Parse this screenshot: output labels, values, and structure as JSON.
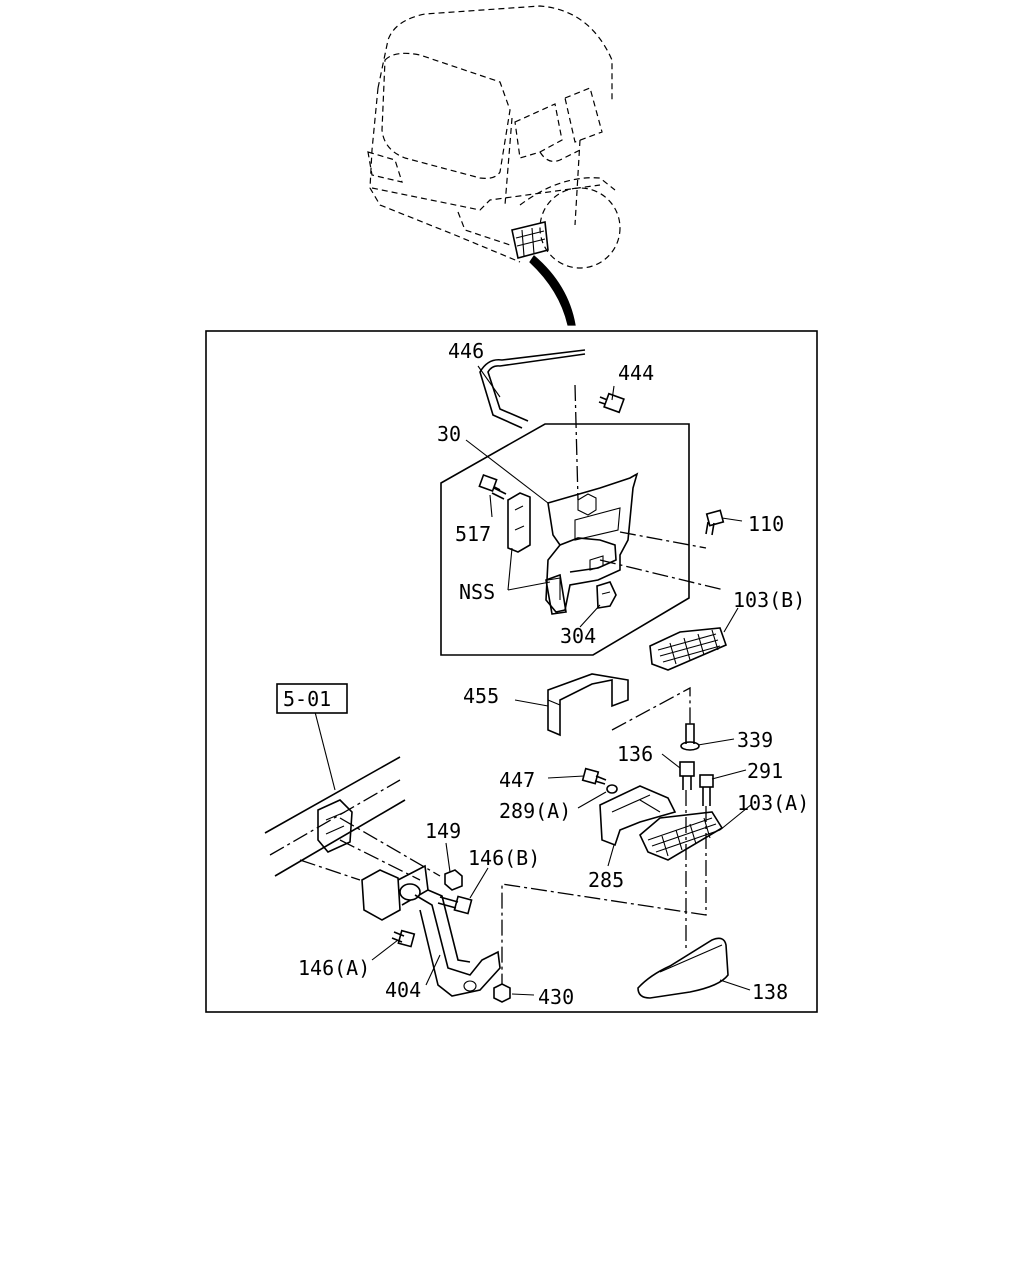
{
  "frame_ref": "5-01",
  "callouts": [
    {
      "id": "c446",
      "label": "446"
    },
    {
      "id": "c444",
      "label": "444"
    },
    {
      "id": "c30",
      "label": "30"
    },
    {
      "id": "c517",
      "label": "517"
    },
    {
      "id": "c110",
      "label": "110"
    },
    {
      "id": "cNSS",
      "label": "NSS"
    },
    {
      "id": "c103B",
      "label": "103(B)"
    },
    {
      "id": "c304",
      "label": "304"
    },
    {
      "id": "c455",
      "label": "455"
    },
    {
      "id": "c339",
      "label": "339"
    },
    {
      "id": "c136",
      "label": "136"
    },
    {
      "id": "c291",
      "label": "291"
    },
    {
      "id": "c447",
      "label": "447"
    },
    {
      "id": "c289A",
      "label": "289(A)"
    },
    {
      "id": "c103A",
      "label": "103(A)"
    },
    {
      "id": "c149",
      "label": "149"
    },
    {
      "id": "c146B",
      "label": "146(B)"
    },
    {
      "id": "c285",
      "label": "285"
    },
    {
      "id": "c146A",
      "label": "146(A)"
    },
    {
      "id": "c404",
      "label": "404"
    },
    {
      "id": "c430",
      "label": "430"
    },
    {
      "id": "c138",
      "label": "138"
    }
  ]
}
